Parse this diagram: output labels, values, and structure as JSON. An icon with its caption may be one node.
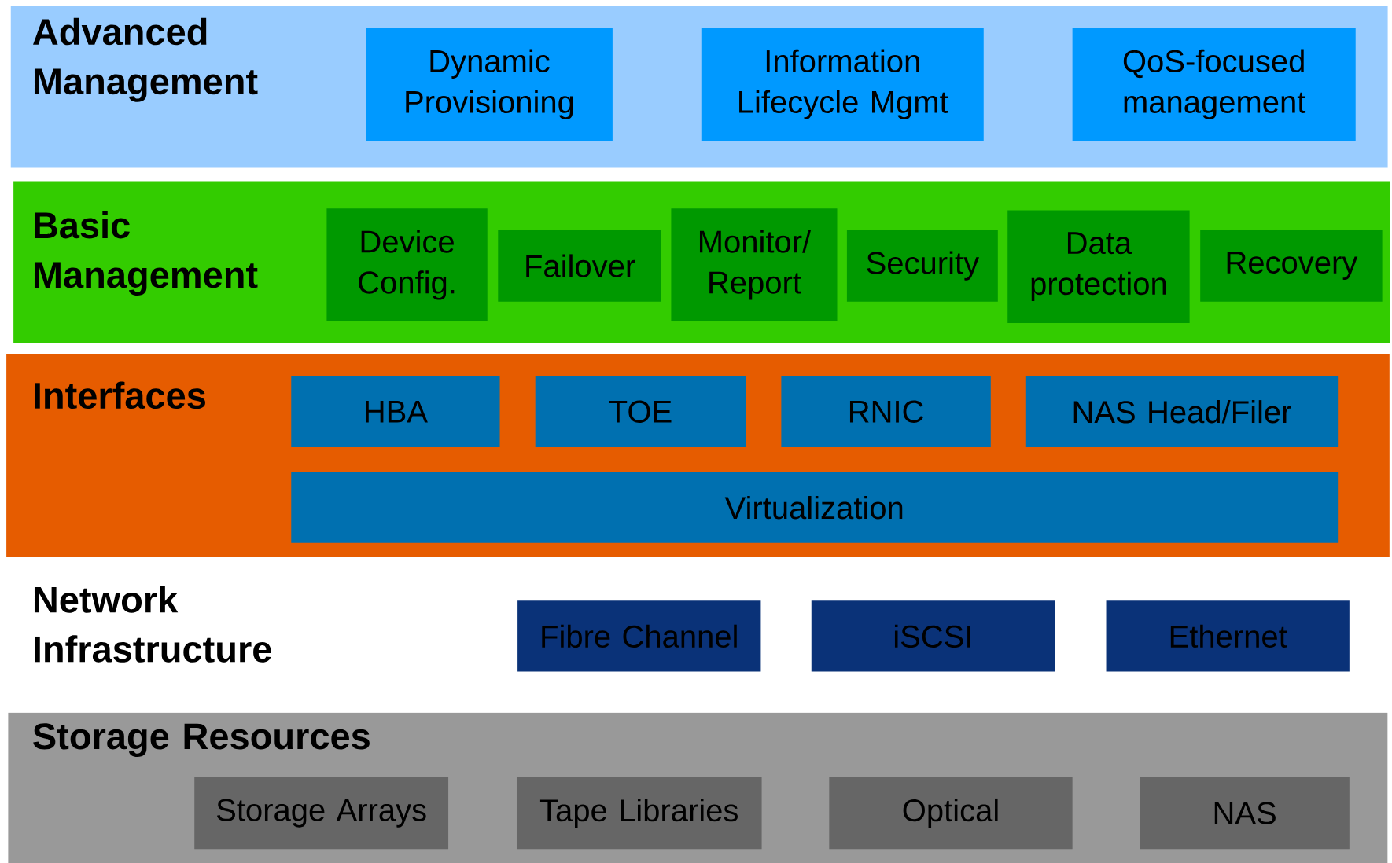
{
  "diagram": {
    "nodes": [
      {
        "text": [
          "Advanced Management"
        ]
      },
      {
        "text": [
          "Dynamic Provisioning"
        ],
        "in": 0
      },
      {
        "text": [
          "Information Lifecycle Mgmt"
        ],
        "in": 0
      },
      {
        "text": [
          "QoS-focused management"
        ],
        "in": 0
      },
      {
        "text": [
          "Basic Management"
        ]
      },
      {
        "text": [
          "Device Config."
        ],
        "in": 4
      },
      {
        "text": [
          "Failover"
        ],
        "in": 4
      },
      {
        "text": [
          "Monitor/ Report"
        ],
        "in": 4
      },
      {
        "text": [
          "Security"
        ],
        "in": 4
      },
      {
        "text": [
          "Data protection"
        ],
        "in": 4
      },
      {
        "text": [
          "Recovery"
        ],
        "in": 4
      },
      {
        "text": [
          "Interfaces"
        ]
      },
      {
        "text": [
          "HBA"
        ],
        "in": 11
      },
      {
        "text": [
          "TOE"
        ],
        "in": 11
      },
      {
        "text": [
          "RNIC"
        ],
        "in": 11
      },
      {
        "text": [
          "NAS Head/Filer"
        ],
        "in": 11
      },
      {
        "text": [
          "Virtualization"
        ],
        "in": 11
      },
      {
        "text": [
          "Fibre Channel"
        ]
      },
      {
        "text": [
          "iSCSI"
        ]
      },
      {
        "text": [
          "Ethernet"
        ]
      },
      {
        "text": [
          "Storage Resources"
        ]
      },
      {
        "text": [
          "Storage Arrays"
        ],
        "in": 20
      },
      {
        "text": [
          "Tape Libraries"
        ],
        "in": 20
      },
      {
        "text": [
          "Optical"
        ],
        "in": 20
      },
      {
        "text": [
          "NAS"
        ],
        "in": 20
      }
    ],
    "labels": [
      "Network Infrastructure"
    ]
  }
}
